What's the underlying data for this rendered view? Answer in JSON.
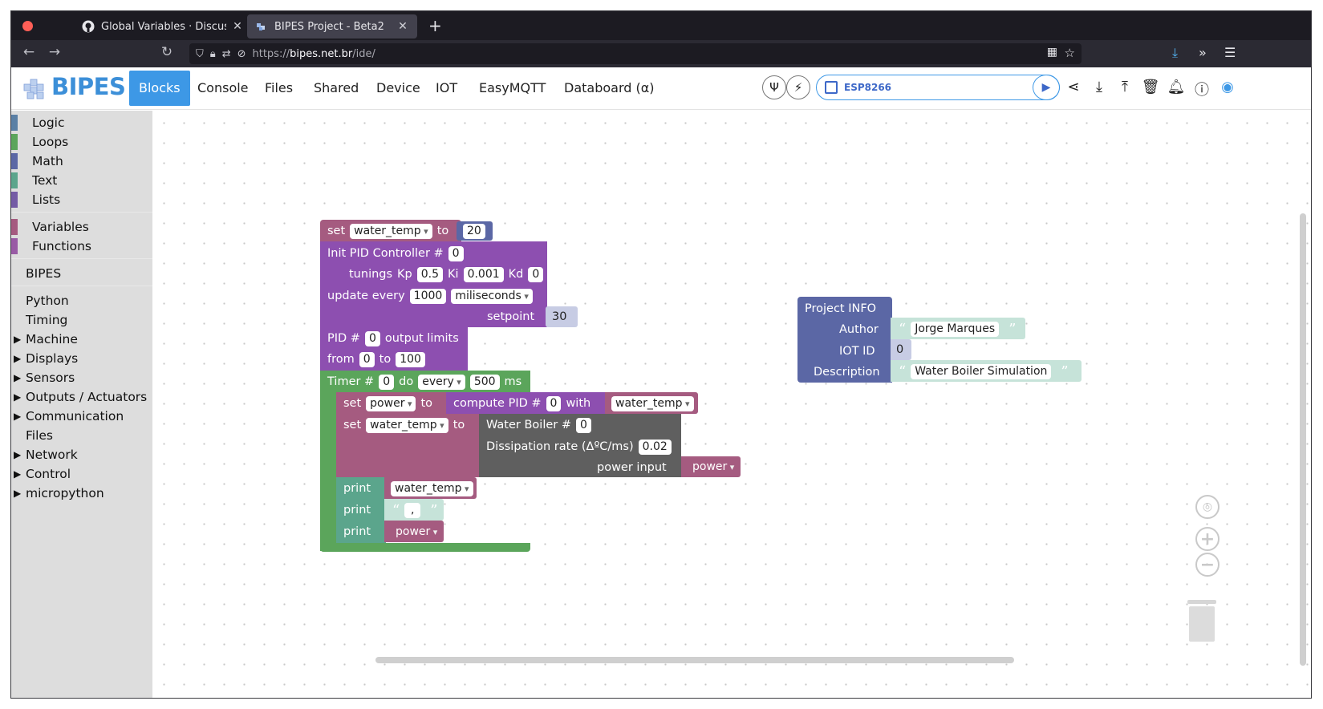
{
  "browser": {
    "tabs": [
      {
        "title": "Global Variables · Discussion",
        "close": "✕"
      },
      {
        "title": "BIPES Project - Beta2",
        "close": "✕"
      }
    ],
    "new_tab": "+",
    "url": {
      "scheme": "https://",
      "host": "bipes.net.br",
      "path": "/ide/"
    }
  },
  "app": {
    "logo_text": "BIPES",
    "menu": [
      "Blocks",
      "Console",
      "Files",
      "Shared",
      "Device",
      "IOT",
      "EasyMQTT",
      "Databoard (α)"
    ],
    "active_menu": "Blocks",
    "device_label": "ESP8266"
  },
  "toolbox": {
    "categories": [
      {
        "label": "Logic",
        "color": "#5b80a5"
      },
      {
        "label": "Loops",
        "color": "#5ba55b"
      },
      {
        "label": "Math",
        "color": "#5b67a5"
      },
      {
        "label": "Text",
        "color": "#5ba58c"
      },
      {
        "label": "Lists",
        "color": "#745ba5"
      },
      {
        "label": "Variables",
        "color": "#a55b80"
      },
      {
        "label": "Functions",
        "color": "#995ba5"
      }
    ],
    "plain": [
      "BIPES",
      "Python",
      "Timing"
    ],
    "expandable": [
      "Machine",
      "Displays",
      "Sensors",
      "Outputs / Actuators",
      "Communication"
    ],
    "files": "Files",
    "expandable2": [
      "Network",
      "Control",
      "micropython"
    ]
  },
  "blocks": {
    "set1": {
      "set": "set",
      "var": "water_temp",
      "to": "to",
      "value": "20"
    },
    "pid_init": {
      "title": "Init  PID  Controller  #",
      "id": "0",
      "tunings": "tunings",
      "kp_label": "Kp",
      "kp": "0.5",
      "ki_label": "Ki",
      "ki": "0.001",
      "kd_label": "Kd",
      "kd": "0",
      "update": "update  every",
      "period": "1000",
      "unit": "miliseconds",
      "setpoint_label": "setpoint",
      "setpoint": "30"
    },
    "pid_limits": {
      "title": "PID  #",
      "id": "0",
      "output": "output  limits",
      "from": "from",
      "min": "0",
      "to": "to",
      "max": "100"
    },
    "timer": {
      "title": "Timer  #",
      "id": "0",
      "do": "do",
      "mode": "every",
      "period": "500",
      "unit": "ms"
    },
    "set_power": {
      "set": "set",
      "var": "power",
      "to": "to",
      "compute": "compute  PID  #",
      "id": "0",
      "with": "with",
      "arg": "water_temp"
    },
    "set_temp": {
      "set": "set",
      "var": "water_temp",
      "to": "to",
      "boiler": "Water  Boiler  #",
      "id": "0",
      "diss": "Dissipation  rate  (ΔºC/ms)",
      "rate": "0.02",
      "power_input": "power  input",
      "power_var": "power"
    },
    "print1": {
      "print": "print",
      "var": "water_temp"
    },
    "print2": {
      "print": "print",
      "text": ","
    },
    "print3": {
      "print": "print",
      "var": "power"
    },
    "info": {
      "title": "Project  INFO",
      "author_label": "Author",
      "author": "Jorge  Marques",
      "iot_label": "IOT  ID",
      "iot": "0",
      "desc_label": "Description",
      "desc": "Water  Boiler  Simulation"
    }
  },
  "colors": {
    "variables": "#a55b80",
    "math": "#5b67a5",
    "pid": "#8d4fb0",
    "loops": "#5ba55b",
    "text": "#5ba58c",
    "boiler": "#5f5f5f",
    "info": "#5b67a5",
    "accent": "#3d98e6"
  }
}
